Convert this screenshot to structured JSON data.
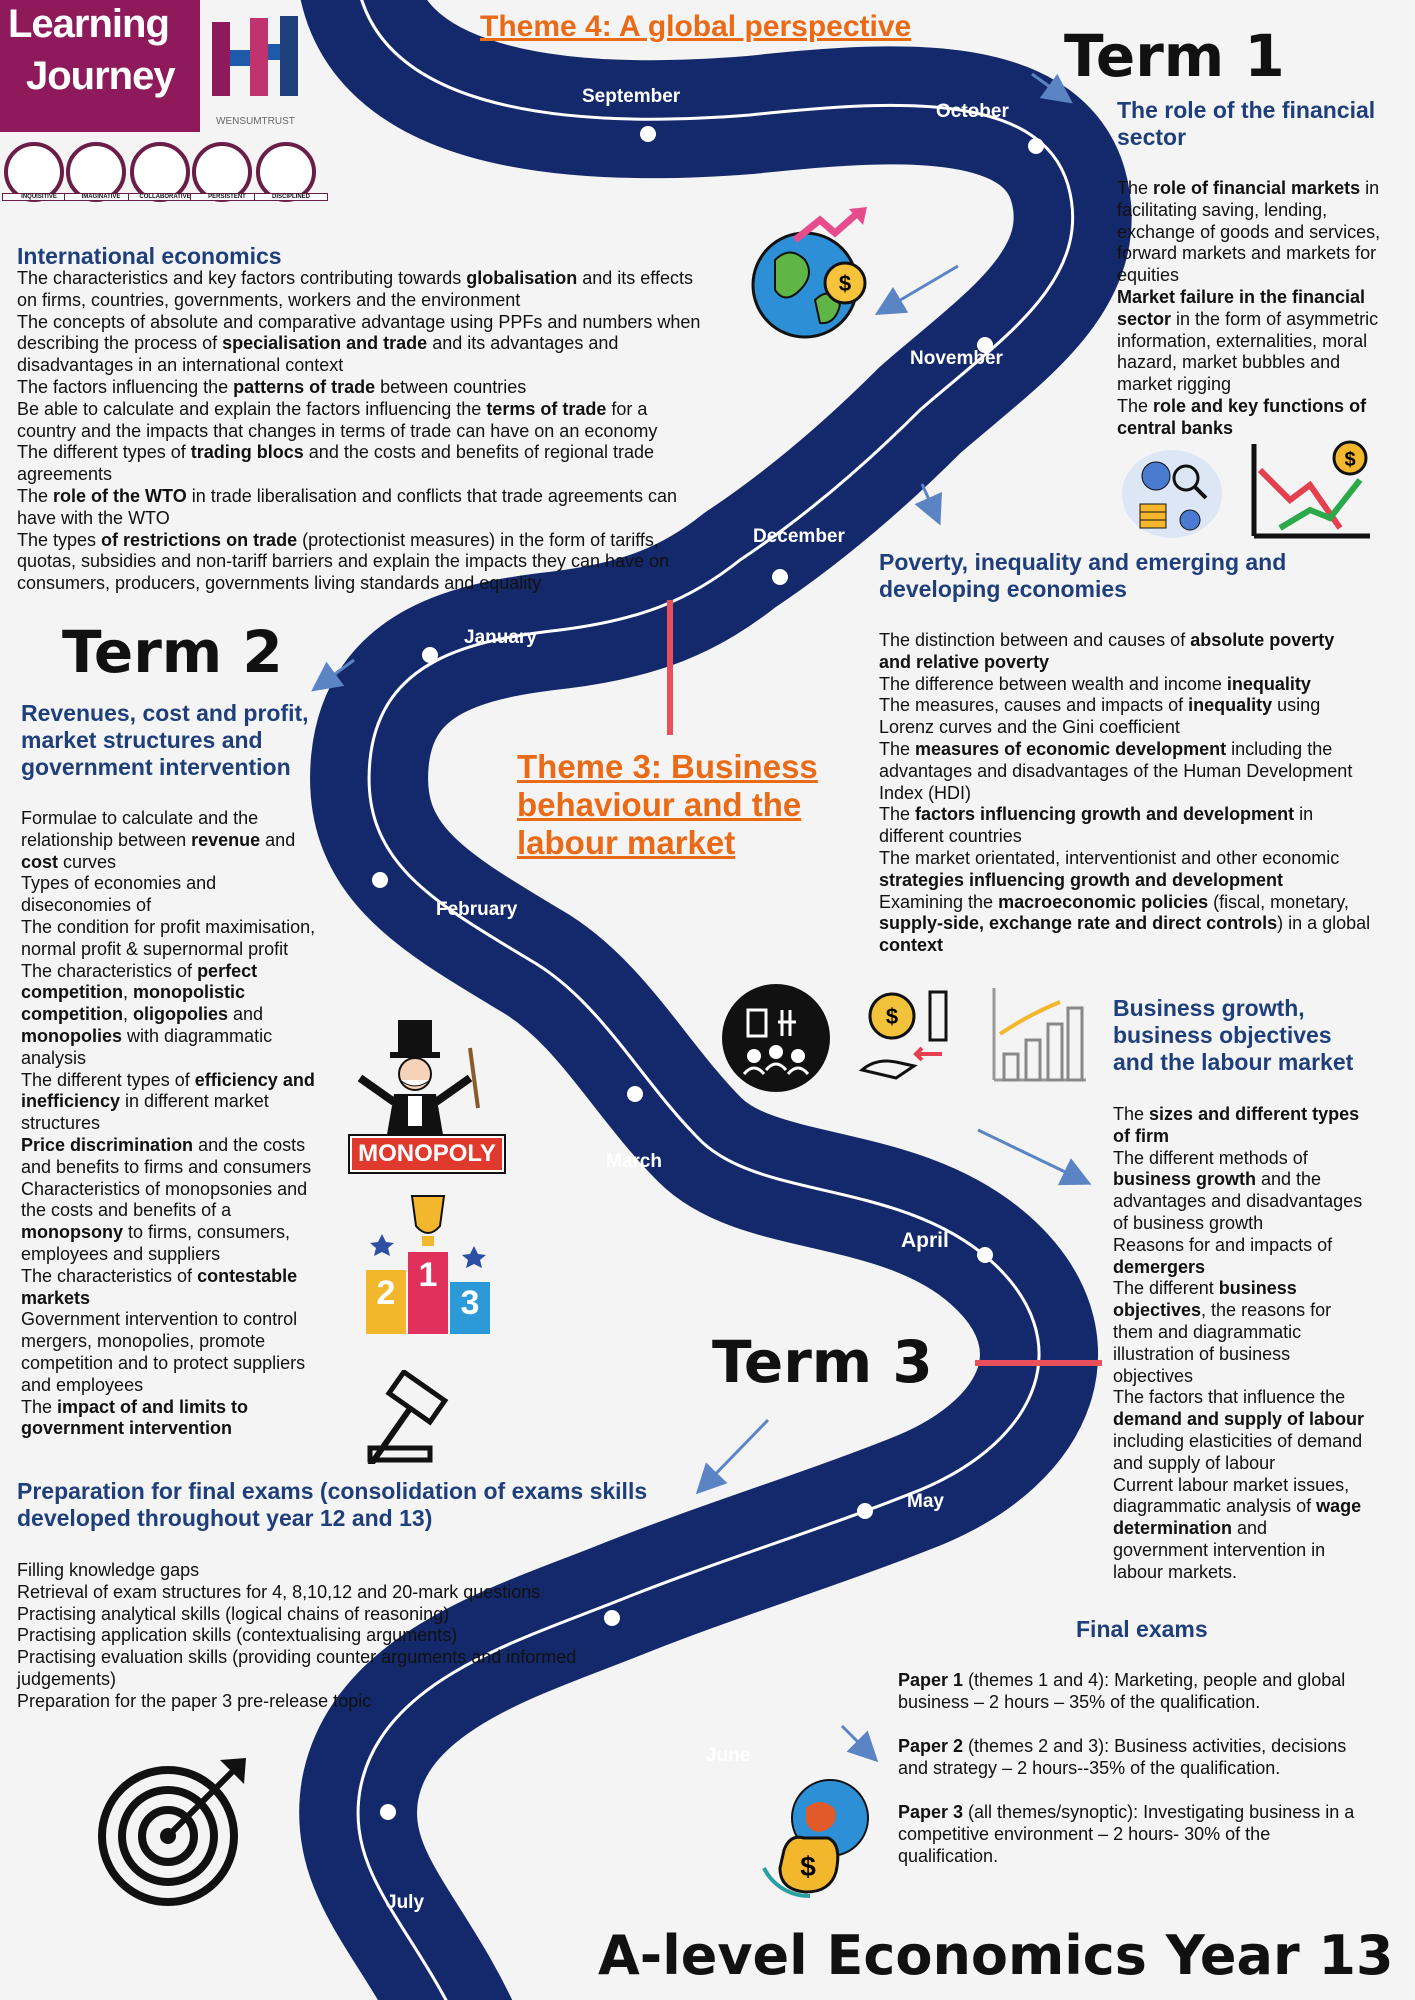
{
  "header": {
    "logo_line1": "Learning",
    "logo_line2": "Journey",
    "trust_name": "WENSUMTRUST",
    "badges": [
      "INQUISITIVE",
      "IMAGINATIVE",
      "COLLABORATIVE",
      "PERSISTENT",
      "DISCIPLINED"
    ]
  },
  "themes": {
    "theme4": "Theme 4:  A global perspective",
    "theme3_line1": "Theme 3: Business",
    "theme3_line2": "behaviour and the",
    "theme3_line3": "labour market"
  },
  "terms": {
    "term1": "Term 1",
    "term2": "Term 2",
    "term3": "Term 3"
  },
  "months": [
    "September",
    "October",
    "November",
    "December",
    "January",
    "February",
    "March",
    "April",
    "May",
    "June",
    "July"
  ],
  "international": {
    "title": "International economics",
    "lines": [
      [
        "The characteristics and key factors contributing towards ",
        "globalisation",
        " and its effects"
      ],
      [
        "on firms, countries, governments, workers and the environment"
      ],
      [
        "The concepts of absolute and comparative advantage using PPFs and numbers when"
      ],
      [
        "describing the process of ",
        "specialisation and trade",
        " and its advantages and"
      ],
      [
        "disadvantages in an international context"
      ],
      [
        "The factors influencing the ",
        "patterns of trade",
        " between countries"
      ],
      [
        "Be able to calculate and explain the factors influencing the ",
        "terms of trade",
        " for a"
      ],
      [
        "country and the impacts that changes in terms of trade can have on an economy"
      ],
      [
        "The different types of ",
        "trading blocs",
        " and the costs and benefits of regional trade"
      ],
      [
        "agreements"
      ],
      [
        "The ",
        "role of the WTO",
        " in trade liberalisation and conflicts that trade agreements can"
      ],
      [
        "have with the WTO"
      ],
      [
        "The types ",
        "of restrictions on trade",
        " (protectionist measures) in the form of tariffs,"
      ],
      [
        "quotas, subsidies and non-tariff barriers and explain the impacts they can have on"
      ],
      [
        "consumers, producers, governments living standards and equality"
      ]
    ]
  },
  "financial": {
    "title_line1": "The role of the financial",
    "title_line2": "sector",
    "lines": [
      [
        "The ",
        "role of financial markets",
        " in"
      ],
      [
        "facilitating saving, lending,"
      ],
      [
        "exchange of goods and services,"
      ],
      [
        "forward markets and markets for"
      ],
      [
        "equities"
      ],
      [
        "",
        "Market failure in the financial"
      ],
      [
        "",
        "sector",
        " in the form of asymmetric"
      ],
      [
        "information, externalities, moral"
      ],
      [
        "hazard, market bubbles and"
      ],
      [
        "market rigging"
      ],
      [
        "The ",
        "role and key functions of"
      ],
      [
        "",
        "central banks"
      ]
    ]
  },
  "poverty": {
    "title_line1": "Poverty, inequality and emerging and",
    "title_line2": "developing economies",
    "lines": [
      [
        "The distinction between and causes of ",
        "absolute poverty"
      ],
      [
        "",
        "and relative poverty"
      ],
      [
        "The difference between wealth and income ",
        "inequality"
      ],
      [
        "The measures, causes and impacts of ",
        "inequality",
        " using"
      ],
      [
        "Lorenz curves and the Gini coefficient"
      ],
      [
        "The ",
        "measures of economic development",
        " including the"
      ],
      [
        "advantages and disadvantages of the Human Development"
      ],
      [
        "Index (HDI)"
      ],
      [
        "The ",
        "factors influencing growth and development",
        " in"
      ],
      [
        "different countries"
      ],
      [
        "The market orientated, interventionist and other economic"
      ],
      [
        "",
        "strategies influencing growth and development"
      ],
      [
        "Examining the ",
        "macroeconomic policies",
        " (fiscal, monetary,"
      ],
      [
        "",
        "supply-side, exchange rate and direct controls",
        ") in a global"
      ],
      [
        "",
        "context"
      ]
    ]
  },
  "revenues": {
    "title_line1": "Revenues, cost and profit,",
    "title_line2": "market structures and",
    "title_line3": "government intervention",
    "lines": [
      [
        "Formulae to calculate and the"
      ],
      [
        "relationship between ",
        "revenue",
        " and"
      ],
      [
        "",
        "cost",
        " curves"
      ],
      [
        "Types of economies and"
      ],
      [
        "diseconomies of"
      ],
      [
        "The condition for profit maximisation,"
      ],
      [
        "normal profit & supernormal profit"
      ],
      [
        "The characteristics of ",
        "perfect"
      ],
      [
        "",
        "competition",
        ", ",
        "monopolistic"
      ],
      [
        "",
        "competition",
        ", ",
        "oligopolies",
        " and"
      ],
      [
        "",
        "monopolies",
        " with diagrammatic"
      ],
      [
        "analysis"
      ],
      [
        "The different types of ",
        "efficiency and"
      ],
      [
        "",
        "inefficiency",
        " in different market"
      ],
      [
        "structures"
      ],
      [
        "",
        "Price discrimination",
        " and the costs"
      ],
      [
        "and benefits to firms and consumers"
      ],
      [
        "Characteristics of monopsonies and"
      ],
      [
        "the costs and benefits of a"
      ],
      [
        "",
        "monopsony",
        " to firms, consumers,"
      ],
      [
        "employees and suppliers"
      ],
      [
        "The characteristics of ",
        "contestable"
      ],
      [
        "",
        "markets"
      ],
      [
        "Government intervention to control"
      ],
      [
        "mergers, monopolies, promote"
      ],
      [
        "competition and to protect suppliers"
      ],
      [
        "and employees"
      ],
      [
        "The ",
        "impact of and limits to"
      ],
      [
        "",
        "government intervention"
      ]
    ]
  },
  "business": {
    "title_line1": "Business growth,",
    "title_line2": "business objectives",
    "title_line3": "and the labour market",
    "lines": [
      [
        "The ",
        "sizes and different types"
      ],
      [
        "",
        "of firm"
      ],
      [
        "The different methods of"
      ],
      [
        "",
        "business growth",
        " and the"
      ],
      [
        "advantages and disadvantages"
      ],
      [
        "of business growth"
      ],
      [
        "Reasons for and impacts of"
      ],
      [
        "",
        "demergers"
      ],
      [
        "The different ",
        "business"
      ],
      [
        "",
        "objectives",
        ", the reasons for"
      ],
      [
        "them and diagrammatic"
      ],
      [
        "illustration of business"
      ],
      [
        "objectives"
      ],
      [
        "The factors that influence the"
      ],
      [
        "",
        "demand and supply of labour"
      ],
      [
        "including elasticities of demand"
      ],
      [
        "and supply of labour"
      ],
      [
        "Current labour market issues,"
      ],
      [
        "diagrammatic analysis of ",
        "wage"
      ],
      [
        "",
        "determination",
        " and"
      ],
      [
        "government intervention in"
      ],
      [
        "labour markets."
      ]
    ]
  },
  "preparation": {
    "title_line1": "Preparation for final exams (consolidation of exams skills",
    "title_line2": "developed throughout year 12 and 13)",
    "lines": [
      "Filling knowledge gaps",
      "Retrieval of exam structures for 4, 8,10,12 and 20-mark questions",
      "Practising analytical skills (logical chains of reasoning)",
      "Practising application skills (contextualising arguments)",
      "Practising evaluation skills (providing counter arguments and informed",
      "judgements)",
      "Preparation for the paper 3 pre-release topic"
    ]
  },
  "final_exams": {
    "title": "Final exams",
    "paper1_label": "Paper 1",
    "paper1_line1": " (themes 1 and 4): Marketing, people and global",
    "paper1_line2": "business – 2 hours – 35% of the qualification.",
    "paper2_label": "Paper 2",
    "paper2_line1": " (themes 2 and 3): Business activities, decisions",
    "paper2_line2": "and strategy – 2 hours--35% of the qualification.",
    "paper3_label": "Paper 3",
    "paper3_line1": " (all themes/synoptic): Investigating business in a",
    "paper3_line2": "competitive environment – 2 hours- 30% of the",
    "paper3_line3": "qualification."
  },
  "monopoly_label": "MONOPOLY",
  "podium": [
    "2",
    "1",
    "3"
  ],
  "footer_title": "A-level Economics Year 13",
  "colors": {
    "road": "#14296b",
    "title_blue": "#1f3f7a",
    "theme_orange": "#e96a17",
    "logo_purple": "#8e1a5c",
    "marker_red": "#e8505b"
  }
}
